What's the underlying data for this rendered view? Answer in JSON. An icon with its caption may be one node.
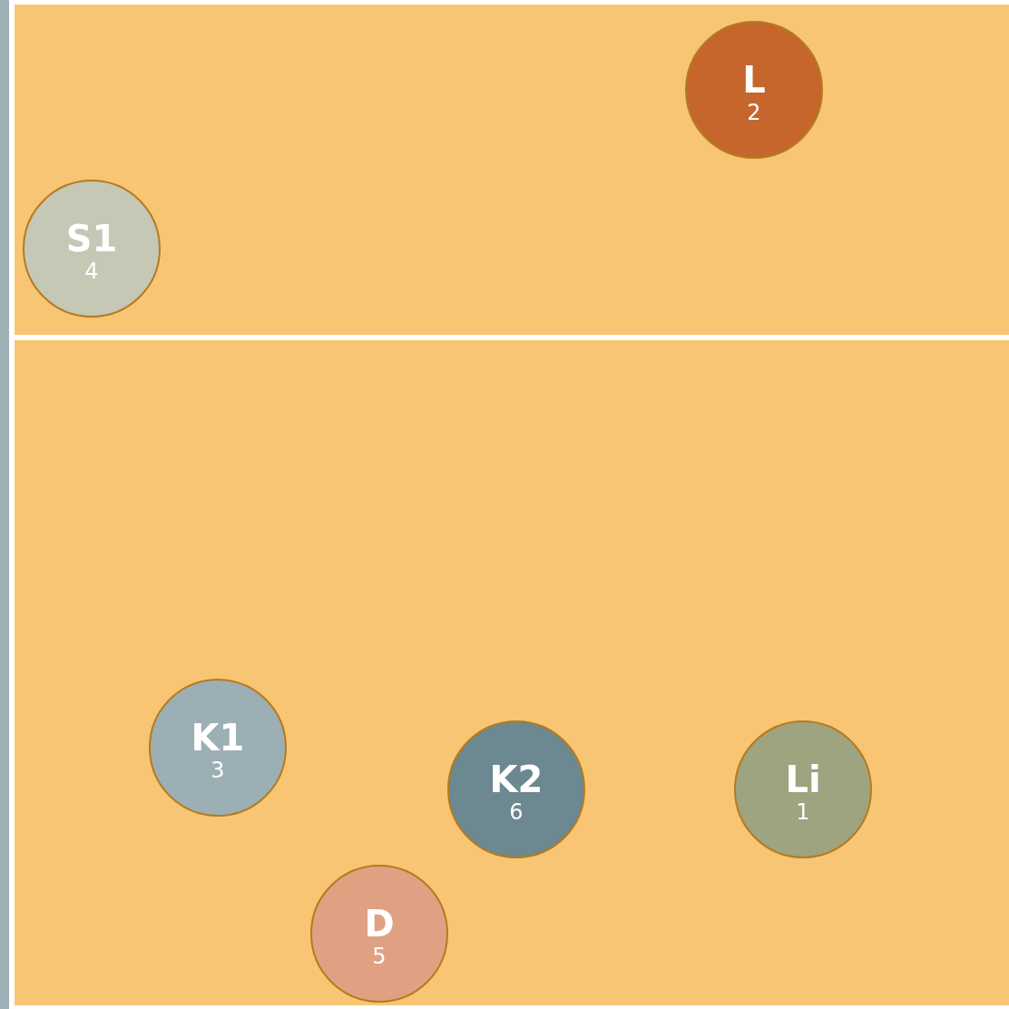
{
  "diagram": {
    "nodes": [
      {
        "text": [
          "L",
          "2"
        ]
      },
      {
        "text": [
          "S1",
          "4"
        ]
      },
      {
        "text": [
          "K1",
          "3"
        ]
      },
      {
        "text": [
          "K2",
          "6"
        ]
      },
      {
        "text": [
          "Li",
          "1"
        ]
      },
      {
        "text": [
          "D",
          "5"
        ]
      }
    ]
  }
}
